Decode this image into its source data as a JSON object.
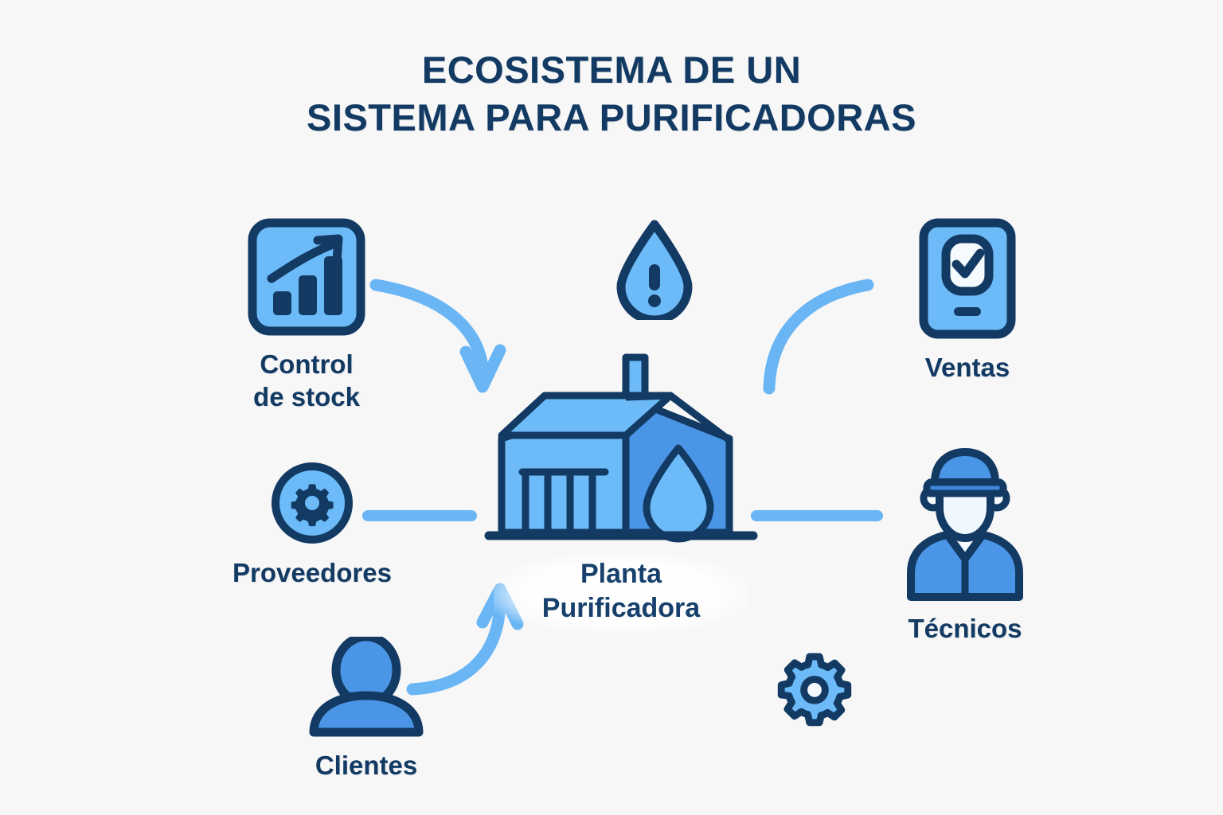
{
  "theme": {
    "background": "#f7f7f7",
    "navy": "#123a63",
    "light_blue": "#6cbaf7",
    "medium_blue": "#4a95e6",
    "connector_blue": "#6ab6f5",
    "white": "#f4fafe"
  },
  "header": {
    "title_line1": "ECOSISTEMA DE UN",
    "title_line2": "SISTEMA PARA PURIFICADORAS"
  },
  "center": {
    "label": "Planta\nPurificadora",
    "icon": "factory-water-plant-icon"
  },
  "nodes": [
    {
      "id": "control-de-stock",
      "label": "Control\nde stock",
      "icon": "bar-chart-growth-icon",
      "position": "top-left"
    },
    {
      "id": "ventas",
      "label": "Ventas",
      "icon": "mobile-check-icon",
      "position": "top-right"
    },
    {
      "id": "proveedores",
      "label": "Proveedores",
      "icon": "gear-circle-icon",
      "position": "middle-left"
    },
    {
      "id": "tecnicos",
      "label": "Técnicos",
      "icon": "technician-worker-icon",
      "position": "middle-right"
    },
    {
      "id": "clientes",
      "label": "Clientes",
      "icon": "user-person-icon",
      "position": "bottom-left"
    }
  ],
  "decorations": [
    {
      "id": "water-alert",
      "icon": "water-drop-alert-icon"
    },
    {
      "id": "settings-gear",
      "icon": "gear-icon"
    }
  ],
  "connectors": [
    {
      "from": "control-de-stock",
      "to": "planta-purificadora",
      "style": "curved-arrow"
    },
    {
      "from": "ventas",
      "to": "planta-purificadora",
      "style": "curved-line"
    },
    {
      "from": "proveedores",
      "to": "planta-purificadora",
      "style": "straight-line"
    },
    {
      "from": "planta-purificadora",
      "to": "tecnicos",
      "style": "straight-line"
    },
    {
      "from": "clientes",
      "to": "planta-purificadora",
      "style": "curved-arrow"
    }
  ]
}
